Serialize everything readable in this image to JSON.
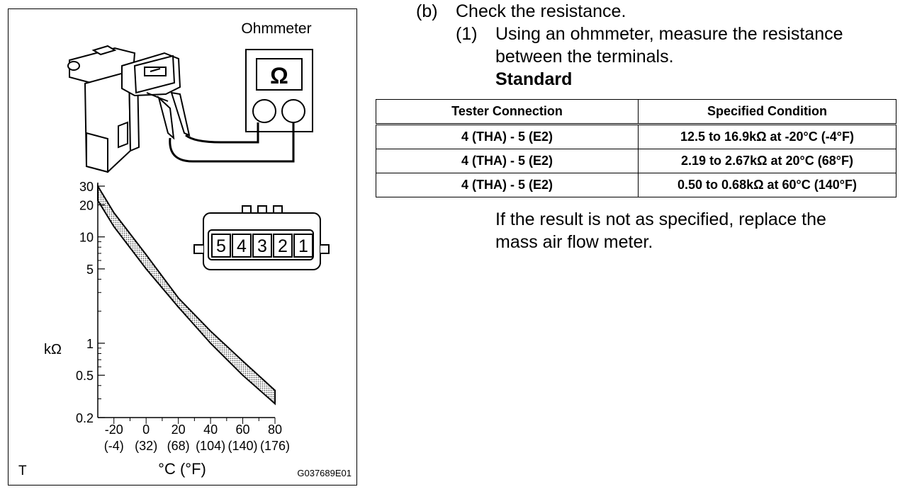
{
  "procedure": {
    "section_letter": "(b)",
    "section_title": "Check the resistance.",
    "step_number": "(1)",
    "step_line1": "Using an ohmmeter, measure the resistance",
    "step_line2": "between the terminals.",
    "standard_label": "Standard",
    "result_line1": "If the result is not as specified, replace the",
    "result_line2": "mass air flow meter."
  },
  "spec_table": {
    "headers": [
      "Tester Connection",
      "Specified Condition"
    ],
    "rows": [
      [
        "4 (THA) - 5 (E2)",
        "12.5 to 16.9kΩ at -20°C (-4°F)"
      ],
      [
        "4 (THA) - 5 (E2)",
        "2.19 to 2.67kΩ at 20°C (68°F)"
      ],
      [
        "4 (THA) - 5 (E2)",
        "0.50 to 0.68kΩ at 60°C (140°F)"
      ]
    ]
  },
  "figure": {
    "ohmmeter_label": "Ohmmeter",
    "ohm_symbol": "Ω",
    "connector_terminals": [
      "5",
      "4",
      "3",
      "2",
      "1"
    ],
    "corner_mark": "T",
    "figure_code": "G037689E01"
  },
  "chart_data": {
    "type": "area",
    "title": "",
    "xlabel": "°C (°F)",
    "ylabel": "kΩ",
    "y_scale": "log",
    "ylim": [
      0.2,
      30
    ],
    "xlim": [
      -30,
      80
    ],
    "y_ticks": [
      "0.2",
      "0.5",
      "1",
      "5",
      "10",
      "20",
      "30"
    ],
    "x_ticks_c": [
      "-20",
      "0",
      "20",
      "40",
      "60",
      "80"
    ],
    "x_ticks_f": [
      "(-4)",
      "(32)",
      "(68)",
      "(104)",
      "(140)",
      "(176)"
    ],
    "band": {
      "x": [
        -30,
        -20,
        0,
        20,
        40,
        60,
        80
      ],
      "upper": [
        30,
        16.9,
        6.8,
        2.67,
        1.3,
        0.68,
        0.36
      ],
      "lower": [
        22,
        12.5,
        5.0,
        2.19,
        1.0,
        0.5,
        0.27
      ]
    }
  },
  "colors": {
    "ink": "#000000",
    "band_fill": "#999999",
    "paper": "#ffffff"
  }
}
